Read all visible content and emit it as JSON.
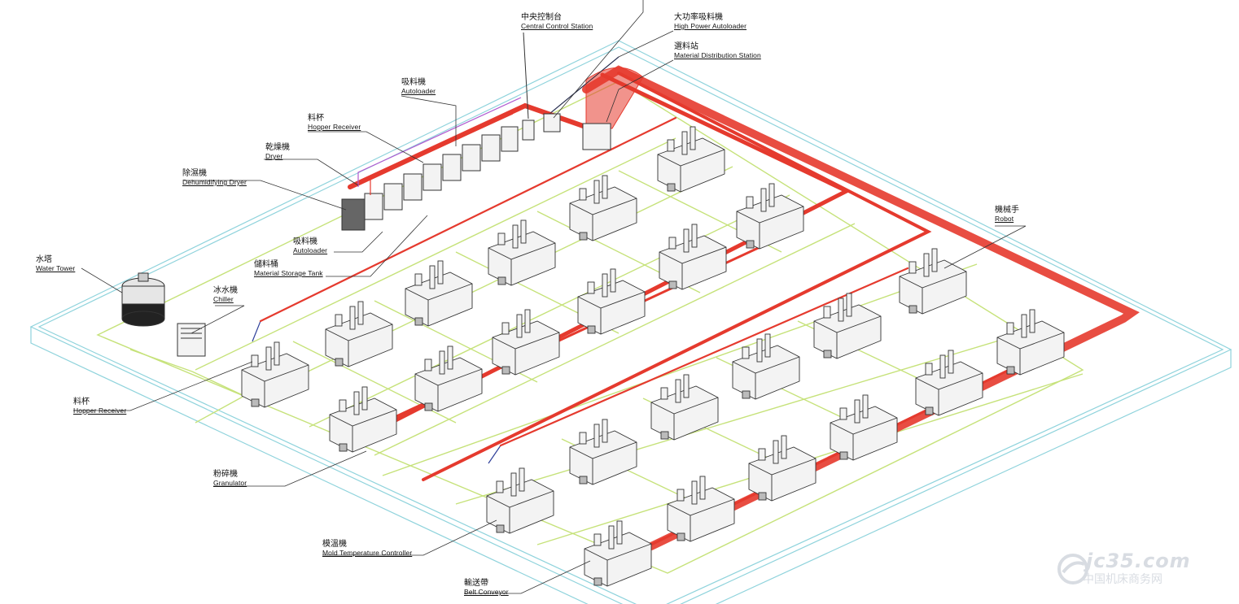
{
  "labels": {
    "central_control": {
      "cn": "中央控制台",
      "en": "Central Control Station"
    },
    "high_power_autoloader": {
      "cn": "大功率吸料機",
      "en": "High Power Autoloader"
    },
    "distribution_station": {
      "cn": "選料站",
      "en": "Material Distribution Station"
    },
    "autoloader_top": {
      "cn": "吸料機",
      "en": "Autoloader"
    },
    "hopper_receiver_top": {
      "cn": "料杯",
      "en": "Hopper Receiver"
    },
    "dryer": {
      "cn": "乾燥機",
      "en": "Dryer"
    },
    "dehumidifying_dryer": {
      "cn": "除濕機",
      "en": "Dehumidifying Dryer"
    },
    "autoloader_low": {
      "cn": "吸料機",
      "en": "Autoloader"
    },
    "storage_tank": {
      "cn": "儲料桶",
      "en": "Material Storage Tank"
    },
    "water_tower": {
      "cn": "水塔",
      "en": "Water Tower"
    },
    "chiller": {
      "cn": "冰水機",
      "en": "Chiller"
    },
    "robot": {
      "cn": "機械手",
      "en": "Robot"
    },
    "hopper_receiver_low": {
      "cn": "料杯",
      "en": "Hopper Receiver"
    },
    "granulator": {
      "cn": "粉碎機",
      "en": "Granulator"
    },
    "mold_temp_controller": {
      "cn": "模溫機",
      "en": "Mold Temperature Controller"
    },
    "belt_conveyor": {
      "cn": "輸送帶",
      "en": "Belt Conveyor"
    }
  },
  "watermark": {
    "text": "jc35.com",
    "sub": "中国机床商务网"
  },
  "colors": {
    "pipe_red": "#e53a2e",
    "outline_cyan": "#8fd3dc",
    "water_green": "#c6e27a",
    "pipe_blue": "#2e3f99",
    "machine_fill": "#f3f3f3",
    "machine_stroke": "#333333"
  }
}
